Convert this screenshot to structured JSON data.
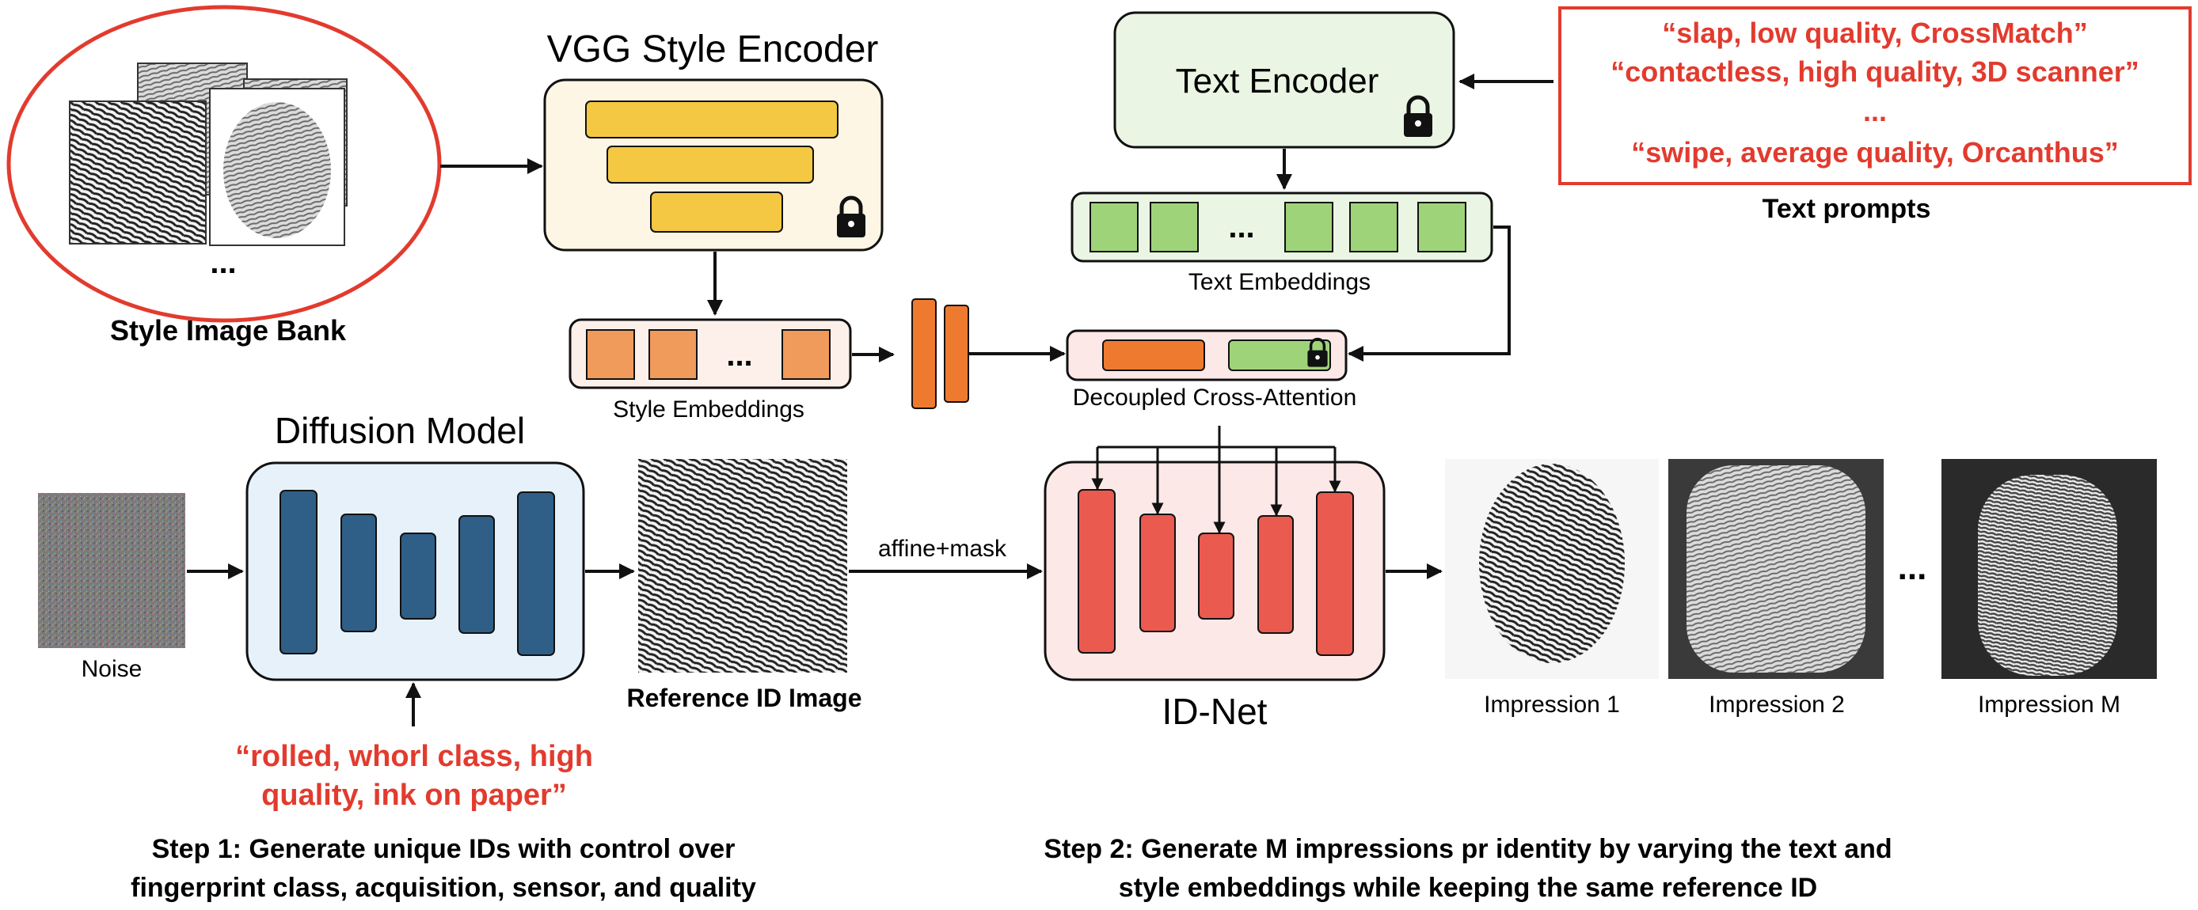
{
  "style_bank": {
    "ellipsis": "...",
    "label": "Style Image Bank"
  },
  "vgg": {
    "title": "VGG Style Encoder"
  },
  "style_embeddings": {
    "ellipsis": "...",
    "label": "Style Embeddings"
  },
  "text_encoder": {
    "title": "Text Encoder"
  },
  "text_embeddings": {
    "ellipsis": "...",
    "label": "Text Embeddings"
  },
  "text_prompts": {
    "lines": [
      "“slap, low quality, CrossMatch”",
      "“contactless, high quality, 3D scanner”",
      "...",
      "“swipe, average quality, Orcanthus”"
    ],
    "label": "Text prompts"
  },
  "cross_attention": {
    "label": "Decoupled Cross-Attention"
  },
  "diffusion": {
    "title": "Diffusion Model"
  },
  "noise": {
    "label": "Noise"
  },
  "diffusion_prompt": {
    "line1": "“rolled, whorl class, high",
    "line2": "quality, ink on paper”"
  },
  "reference": {
    "label": "Reference ID Image"
  },
  "affine": {
    "label": "affine+mask"
  },
  "idnet": {
    "title": "ID-Net"
  },
  "impressions": {
    "items": [
      "Impression 1",
      "Impression 2",
      "Impression M"
    ],
    "ellipsis": "..."
  },
  "steps": {
    "step1_line1": "Step 1: Generate unique IDs with control over",
    "step1_line2": "fingerprint class, acquisition, sensor, and quality",
    "step2_line1": "Step 2: Generate M impressions pr identity by varying the text and",
    "step2_line2": "style embeddings while keeping the same reference ID"
  },
  "colors": {
    "red_text": "#e23b2e",
    "yellow_bar": "#f4c842",
    "green_cell": "#9fd37a",
    "orange_cell": "#f09a5c",
    "orange_bar": "#ee7a30",
    "blue_bar": "#2f5f86",
    "red_bar": "#ea5a4f"
  }
}
